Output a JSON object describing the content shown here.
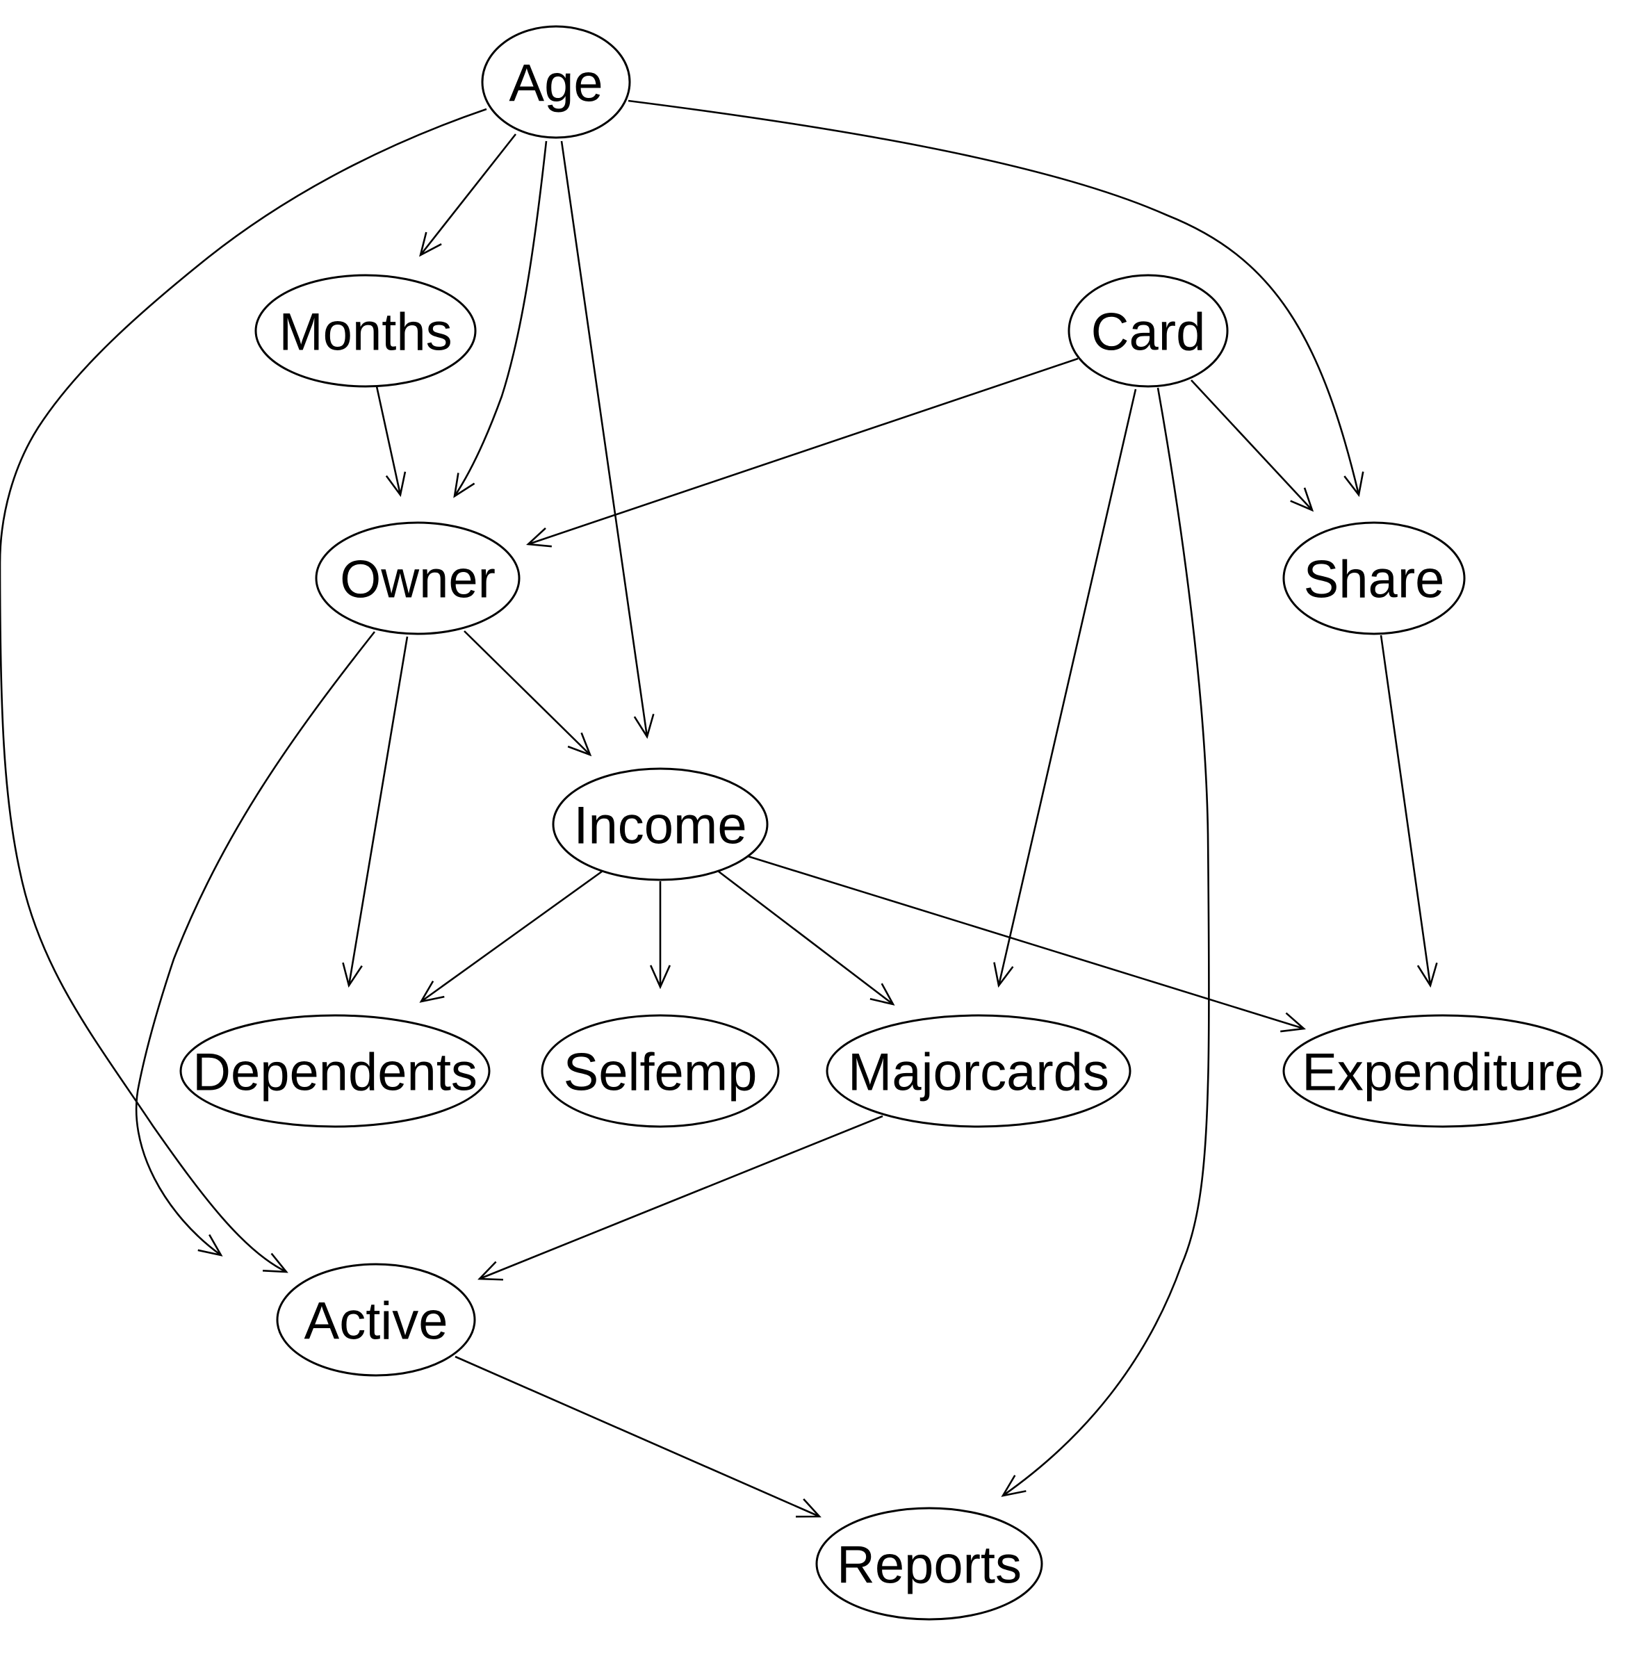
{
  "diagram": {
    "type": "directed-graph",
    "nodes": [
      {
        "id": "age",
        "label": "Age"
      },
      {
        "id": "months",
        "label": "Months"
      },
      {
        "id": "card",
        "label": "Card"
      },
      {
        "id": "owner",
        "label": "Owner"
      },
      {
        "id": "share",
        "label": "Share"
      },
      {
        "id": "income",
        "label": "Income"
      },
      {
        "id": "dependents",
        "label": "Dependents"
      },
      {
        "id": "selfemp",
        "label": "Selfemp"
      },
      {
        "id": "majorcards",
        "label": "Majorcards"
      },
      {
        "id": "expenditure",
        "label": "Expenditure"
      },
      {
        "id": "active",
        "label": "Active"
      },
      {
        "id": "reports",
        "label": "Reports"
      }
    ],
    "edges": [
      {
        "from": "age",
        "to": "months"
      },
      {
        "from": "age",
        "to": "owner"
      },
      {
        "from": "age",
        "to": "income"
      },
      {
        "from": "age",
        "to": "share"
      },
      {
        "from": "age",
        "to": "active"
      },
      {
        "from": "months",
        "to": "owner"
      },
      {
        "from": "card",
        "to": "owner"
      },
      {
        "from": "card",
        "to": "share"
      },
      {
        "from": "card",
        "to": "majorcards"
      },
      {
        "from": "card",
        "to": "reports"
      },
      {
        "from": "owner",
        "to": "income"
      },
      {
        "from": "owner",
        "to": "dependents"
      },
      {
        "from": "owner",
        "to": "active"
      },
      {
        "from": "share",
        "to": "expenditure"
      },
      {
        "from": "income",
        "to": "dependents"
      },
      {
        "from": "income",
        "to": "selfemp"
      },
      {
        "from": "income",
        "to": "majorcards"
      },
      {
        "from": "income",
        "to": "expenditure"
      },
      {
        "from": "majorcards",
        "to": "active"
      },
      {
        "from": "active",
        "to": "reports"
      }
    ]
  }
}
